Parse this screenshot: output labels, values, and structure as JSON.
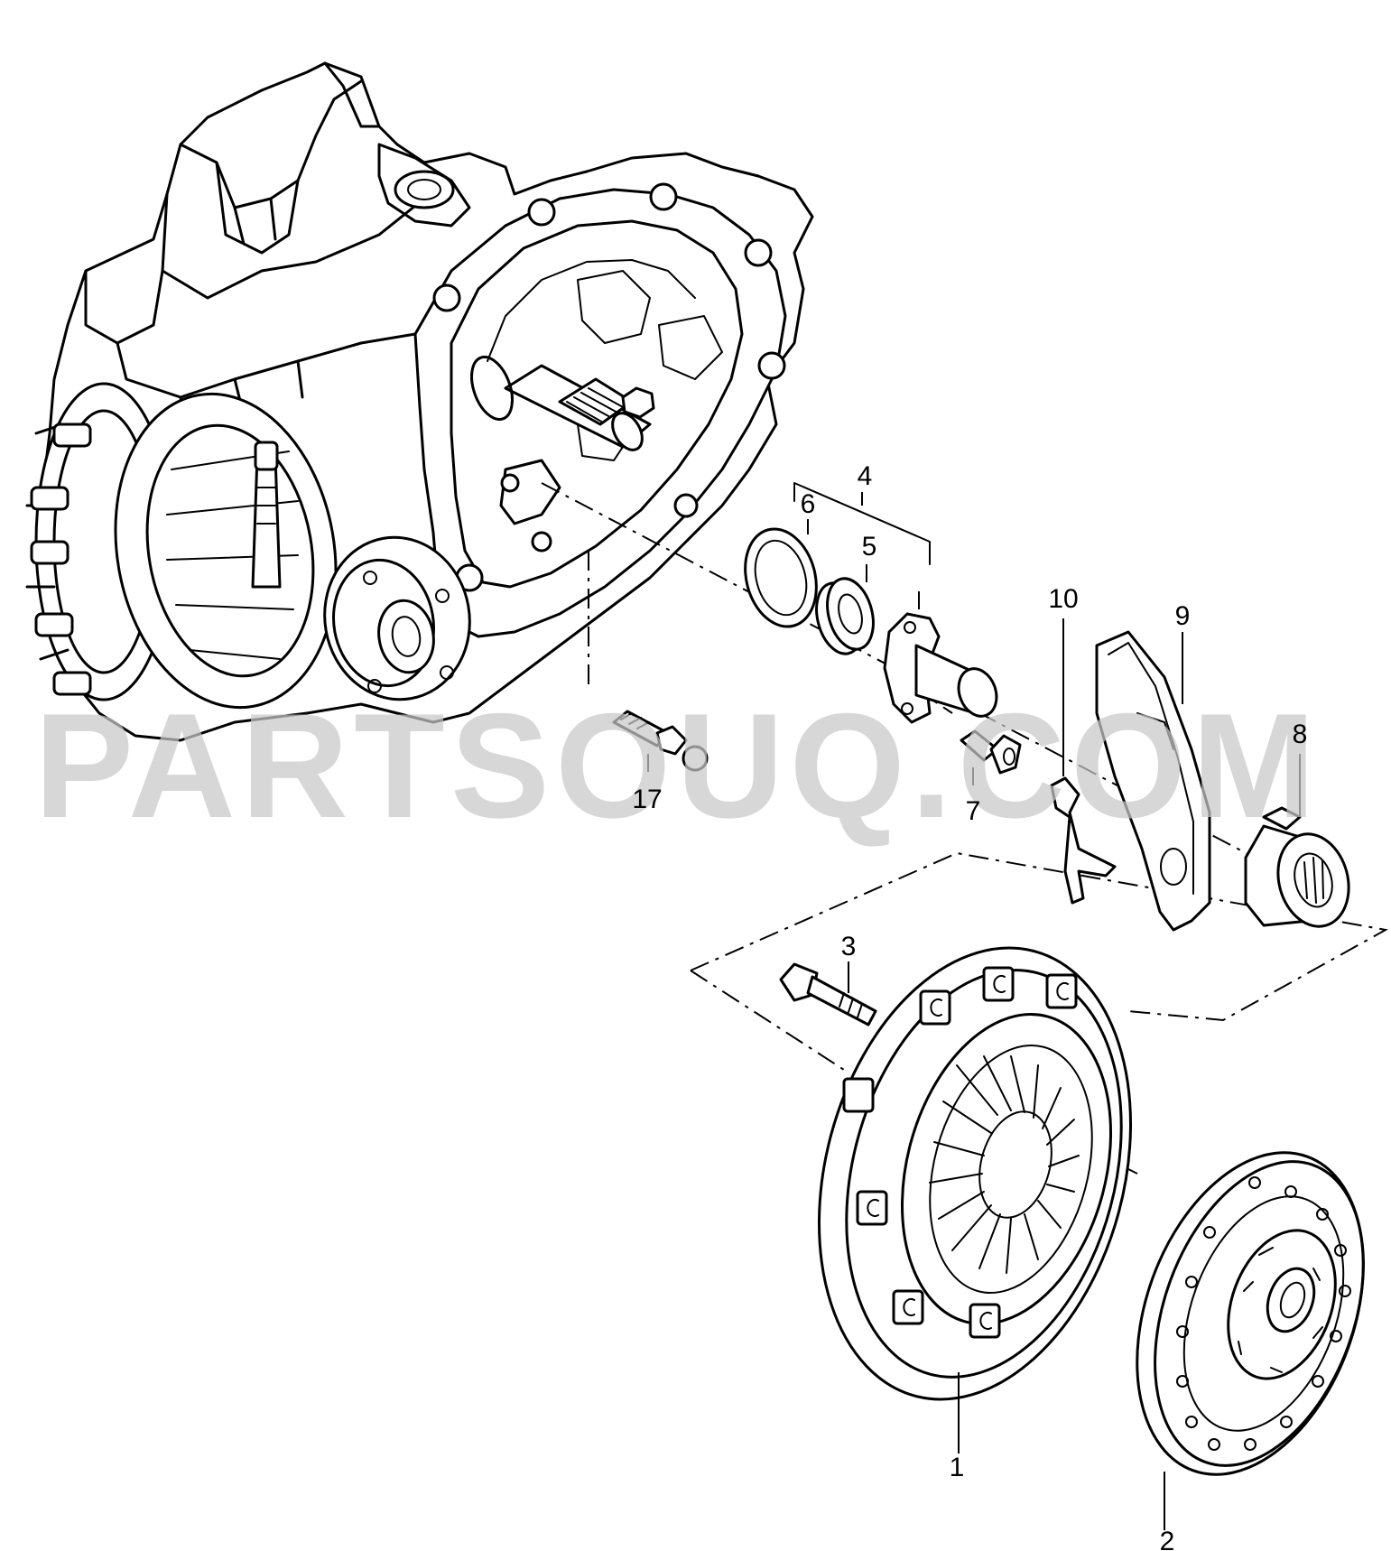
{
  "watermark": "PARTSOUQ.COM",
  "callouts": {
    "c1": "1",
    "c2": "2",
    "c3": "3",
    "c4": "4",
    "c5": "5",
    "c6": "6",
    "c7": "7",
    "c8": "8",
    "c9": "9",
    "c10": "10",
    "c17": "17"
  },
  "parts": [
    {
      "ref": "1",
      "icon": "clutch-pressure-plate-icon"
    },
    {
      "ref": "2",
      "icon": "clutch-disc-icon"
    },
    {
      "ref": "3",
      "icon": "bolt-icon"
    },
    {
      "ref": "4",
      "icon": "guide-sleeve-assembly-icon"
    },
    {
      "ref": "5",
      "icon": "shaft-seal-icon"
    },
    {
      "ref": "6",
      "icon": "o-ring-icon"
    },
    {
      "ref": "7",
      "icon": "socket-head-bolt-icon"
    },
    {
      "ref": "8",
      "icon": "release-bearing-icon"
    },
    {
      "ref": "9",
      "icon": "release-lever-icon"
    },
    {
      "ref": "10",
      "icon": "retaining-spring-icon"
    },
    {
      "ref": "17",
      "icon": "breather-fitting-icon"
    }
  ]
}
